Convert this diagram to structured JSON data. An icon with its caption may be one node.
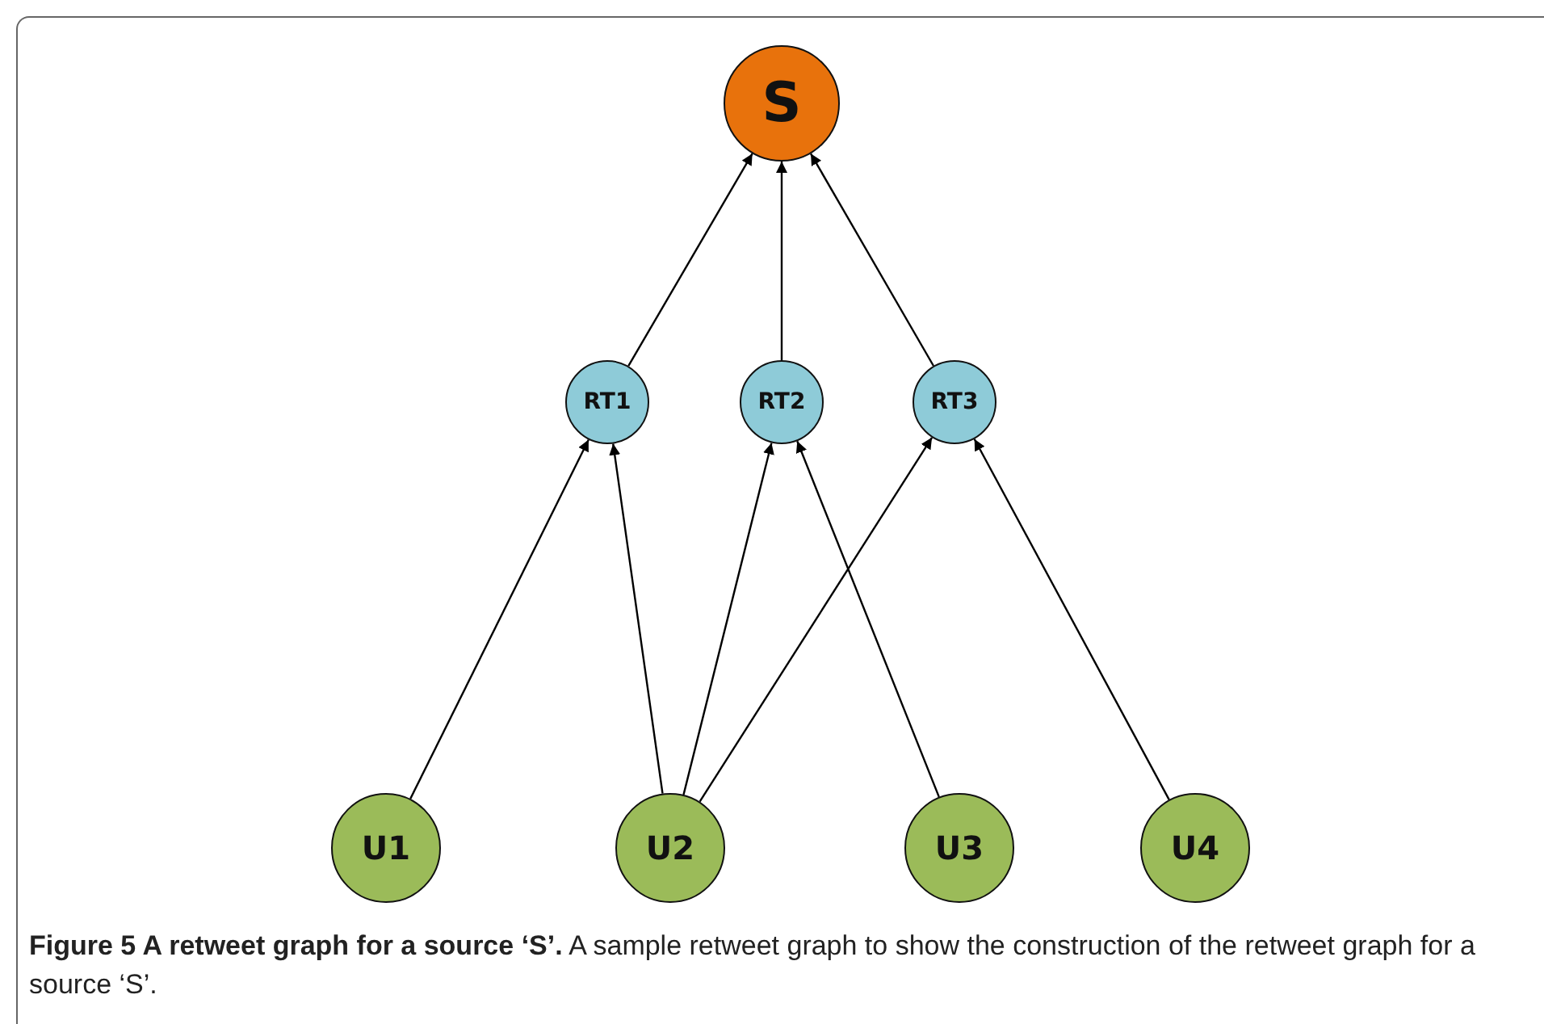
{
  "diagram": {
    "caption": "**Figure 5 A retweet graph for a source ‘S’.** A sample retweet graph to show the construction of the retweet graph for a source ‘S’.",
    "nodes": [
      {
        "text": [
          "S"
        ]
      },
      {
        "text": [
          "RT1"
        ]
      },
      {
        "text": [
          "RT2"
        ]
      },
      {
        "text": [
          "RT3"
        ]
      },
      {
        "text": [
          "U1"
        ]
      },
      {
        "text": [
          "U2"
        ]
      },
      {
        "text": [
          "U3"
        ]
      },
      {
        "text": [
          "U4"
        ]
      }
    ],
    "edges": [
      {
        "from": 1,
        "to": 0,
        "arrow": "to"
      },
      {
        "from": 2,
        "to": 0,
        "arrow": "to"
      },
      {
        "from": 3,
        "to": 0,
        "arrow": "to"
      },
      {
        "from": 4,
        "to": 1,
        "arrow": "to"
      },
      {
        "from": 5,
        "to": 1,
        "arrow": "to"
      },
      {
        "from": 5,
        "to": 2,
        "arrow": "to"
      },
      {
        "from": 6,
        "to": 2,
        "arrow": "to"
      },
      {
        "from": 5,
        "to": 3,
        "arrow": "to"
      },
      {
        "from": 7,
        "to": 3,
        "arrow": "to"
      }
    ]
  }
}
